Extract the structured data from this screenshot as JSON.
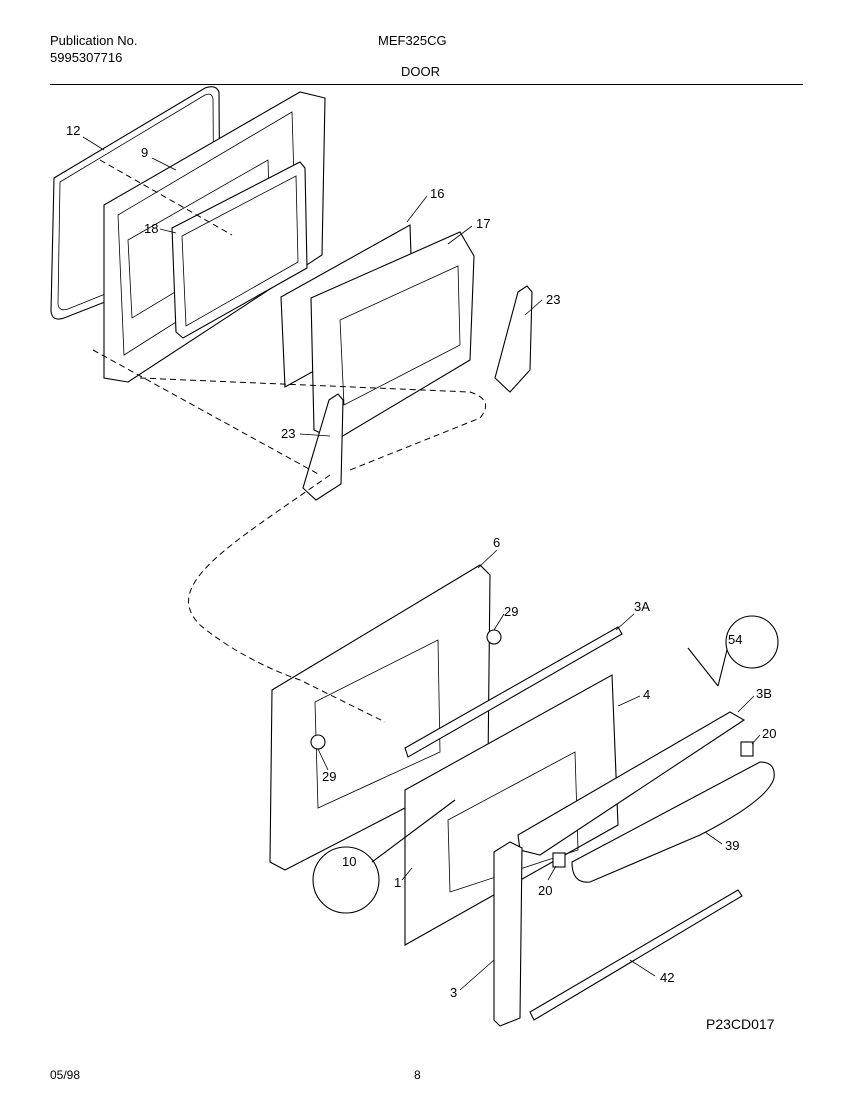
{
  "header": {
    "publication_label": "Publication No.",
    "publication_number": "5995307716",
    "model": "MEF325CG",
    "section": "DOOR"
  },
  "footer": {
    "date": "05/98",
    "page": "8",
    "diagram_code": "P23CD017"
  },
  "callouts": {
    "c12": "12",
    "c9": "9",
    "c18": "18",
    "c16": "16",
    "c17": "17",
    "c23a": "23",
    "c23b": "23",
    "c6": "6",
    "c29a": "29",
    "c29b": "29",
    "c3A": "3A",
    "c54": "54",
    "c4": "4",
    "c3B": "3B",
    "c20a": "20",
    "c20b": "20",
    "c39": "39",
    "c10": "10",
    "c1": "1",
    "c3": "3",
    "c42": "42"
  }
}
